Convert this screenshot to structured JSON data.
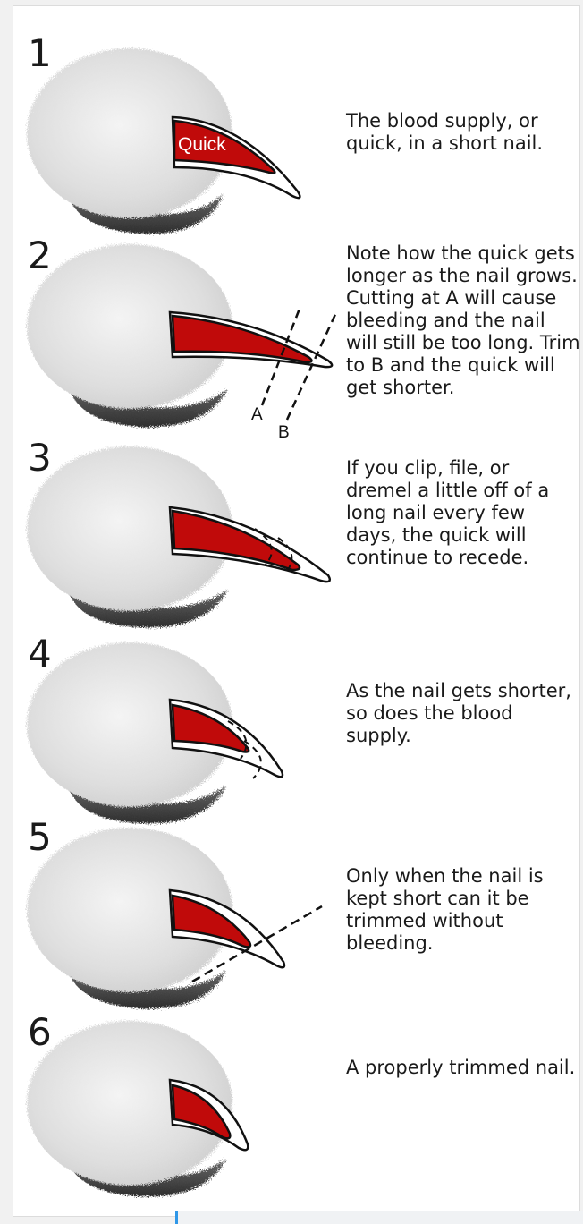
{
  "colors": {
    "quick": "#c00a0a",
    "fur": "#e6e6e6",
    "fur_dark": "#3a3a3a",
    "outline": "#111111",
    "accent": "#2f97e8"
  },
  "steps": [
    {
      "number": "1",
      "caption": "The blood supply, or quick, in a short nail.",
      "label": "Quick"
    },
    {
      "number": "2",
      "caption": "Note how the quick gets longer as the nail grows. Cutting at A will cause bleeding and the nail will still be too long. Trim to B and the quick will get shorter.",
      "label_a": "A",
      "label_b": "B"
    },
    {
      "number": "3",
      "caption": "If you clip, file, or dremel a little off of a long nail every few days, the quick will continue to recede."
    },
    {
      "number": "4",
      "caption": "As the nail gets shorter, so does the blood supply."
    },
    {
      "number": "5",
      "caption": "Only when the nail is kept short can it be trimmed without bleeding."
    },
    {
      "number": "6",
      "caption": "A properly trimmed nail."
    }
  ]
}
